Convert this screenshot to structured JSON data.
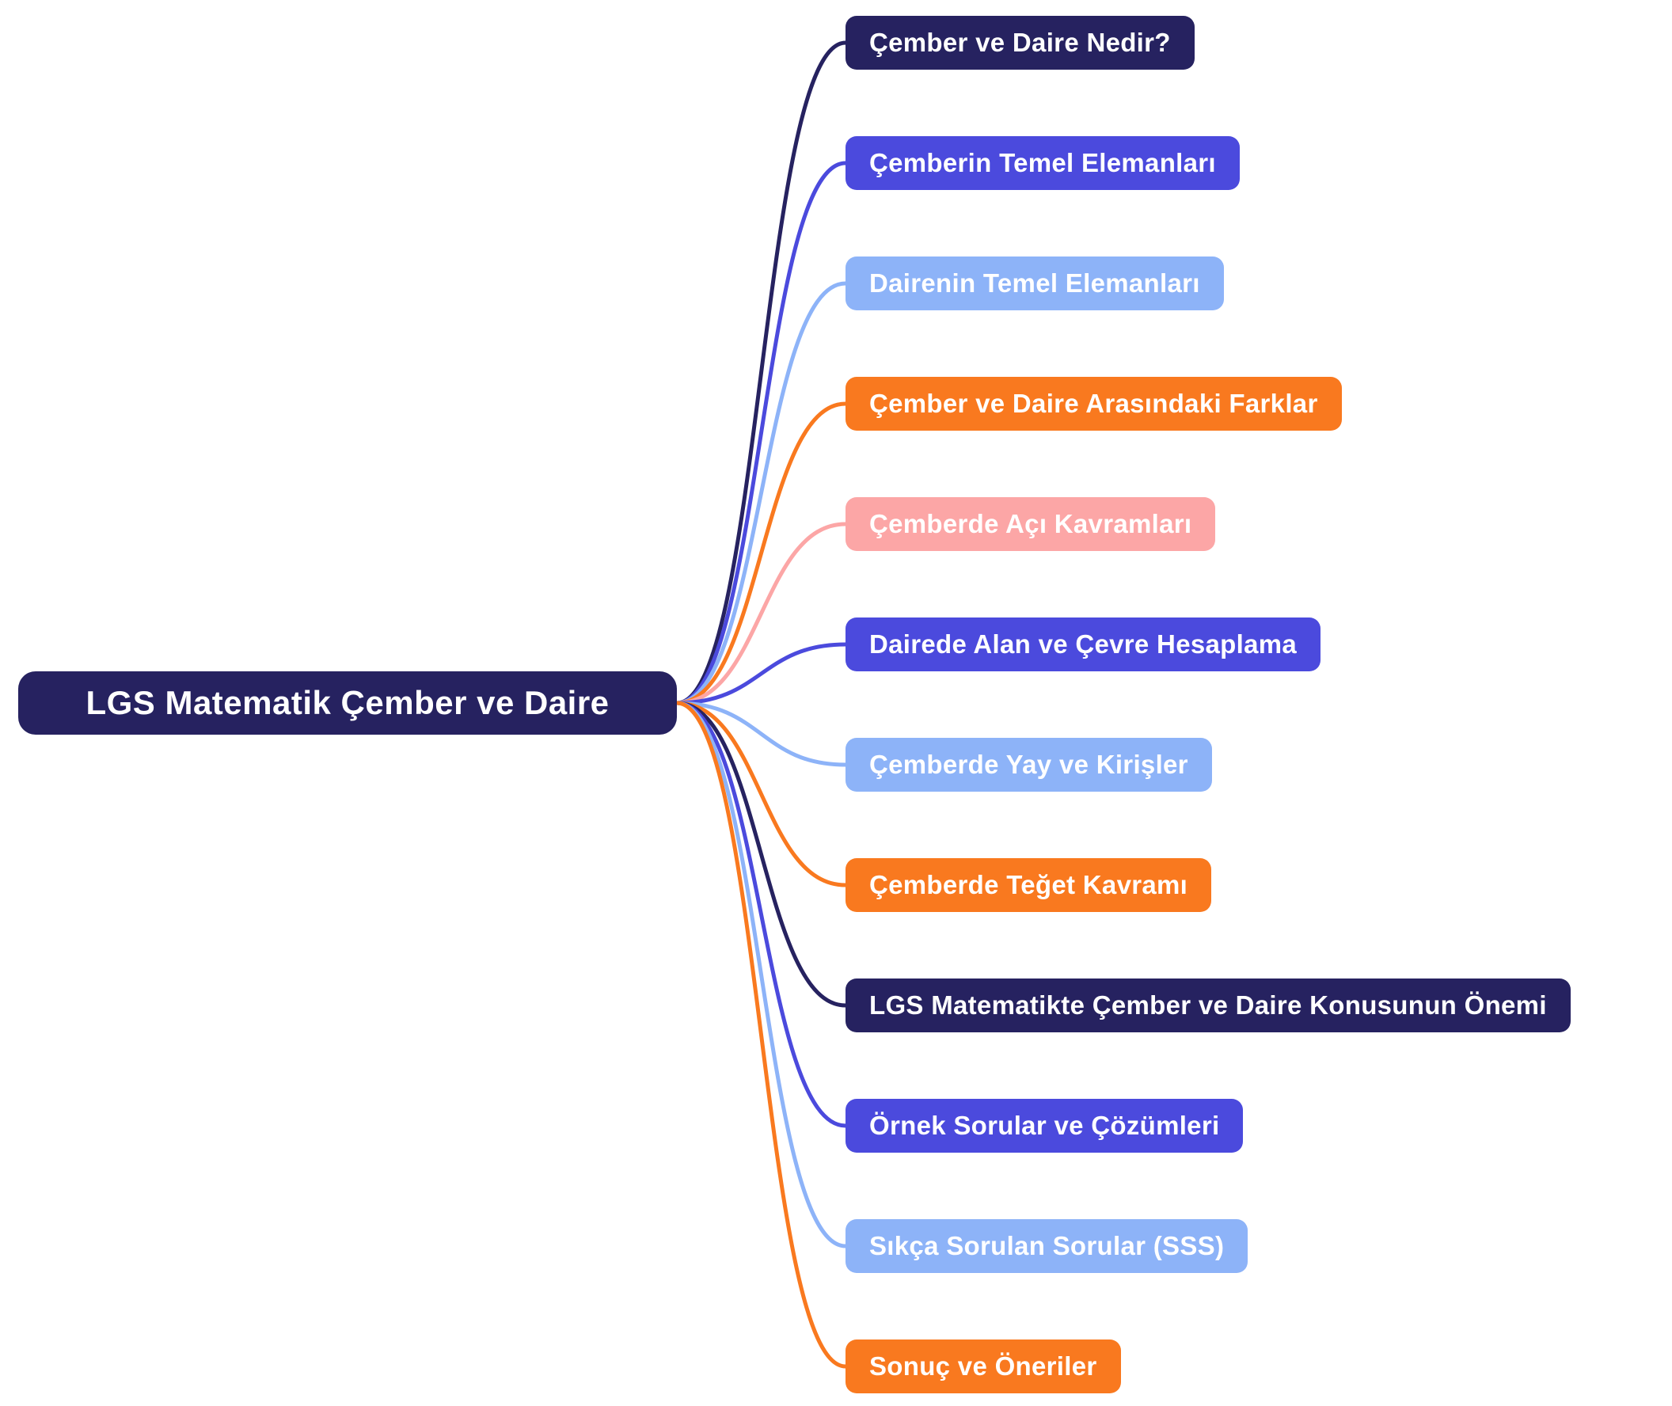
{
  "colors": {
    "navy": "#262260",
    "indigo": "#4B4ADD",
    "blue": "#8DB3F8",
    "orange": "#F9791F",
    "pink": "#FCA6A6",
    "node_text": "#FFFFFF",
    "background": "#FFFFFF"
  },
  "central": {
    "label": "LGS Matematik Çember ve Daire",
    "color": "navy"
  },
  "branches": [
    {
      "label": "Çember ve Daire Nedir?",
      "color": "navy"
    },
    {
      "label": "Çemberin Temel Elemanları",
      "color": "indigo"
    },
    {
      "label": "Dairenin Temel Elemanları",
      "color": "blue"
    },
    {
      "label": "Çember ve Daire Arasındaki Farklar",
      "color": "orange"
    },
    {
      "label": "Çemberde Açı Kavramları",
      "color": "pink"
    },
    {
      "label": "Dairede Alan ve Çevre Hesaplama",
      "color": "indigo"
    },
    {
      "label": "Çemberde Yay ve Kirişler",
      "color": "blue"
    },
    {
      "label": "Çemberde Teğet Kavramı",
      "color": "orange"
    },
    {
      "label": "LGS Matematikte Çember ve Daire Konusunun Önemi",
      "color": "navy"
    },
    {
      "label": "Örnek Sorular ve Çözümleri",
      "color": "indigo"
    },
    {
      "label": "Sıkça Sorulan Sorular (SSS)",
      "color": "blue"
    },
    {
      "label": "Sonuç ve Öneriler",
      "color": "orange"
    }
  ]
}
